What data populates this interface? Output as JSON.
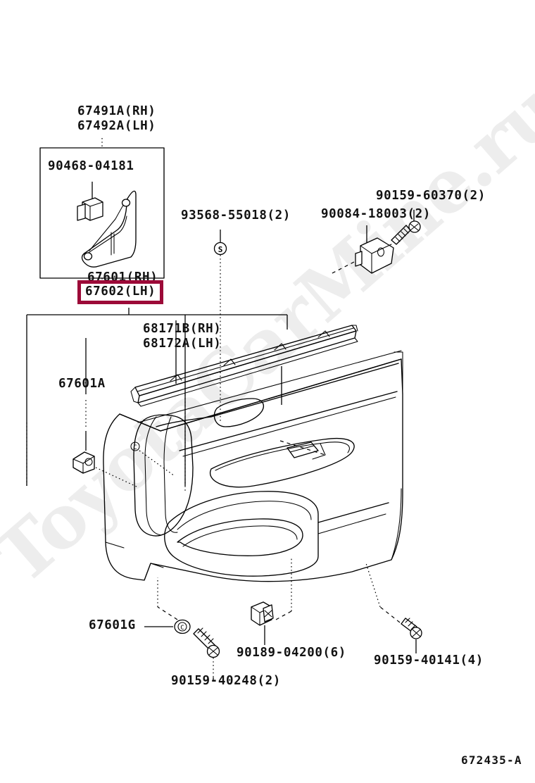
{
  "diagram": {
    "code": "672435-A",
    "watermark": "ToyotaCarMine.ru",
    "highlight_color": "#9c0a38",
    "selected_part": "67602(LH)",
    "selected_part_hidden_sibling": "67601(RH)"
  },
  "labels": {
    "garnish_rh": "67491A(RH)",
    "garnish_lh": "67492A(LH)",
    "clip_90468": "90468-04181",
    "screw_93568": "93568-55018(2)",
    "bracket_90084": "90084-18003(2)",
    "screw_90159_60370": "90159-60370(2)",
    "trim_board_rh": "67601(RH)",
    "trim_board_lh": "67602(LH)",
    "belt_moulding_rh": "68171B(RH)",
    "belt_moulding_lh": "68172A(LH)",
    "clip_67601a": "67601A",
    "plug_67601g": "67601G",
    "screw_90159_40248": "90159-40248(2)",
    "clip_90189_04200": "90189-04200(6)",
    "screw_90159_40141": "90159-40141(4)"
  },
  "symbols": {
    "screw_marker_93568": "S",
    "plug_marker_67601g": "C",
    "panel_marker_67601a": "C"
  }
}
